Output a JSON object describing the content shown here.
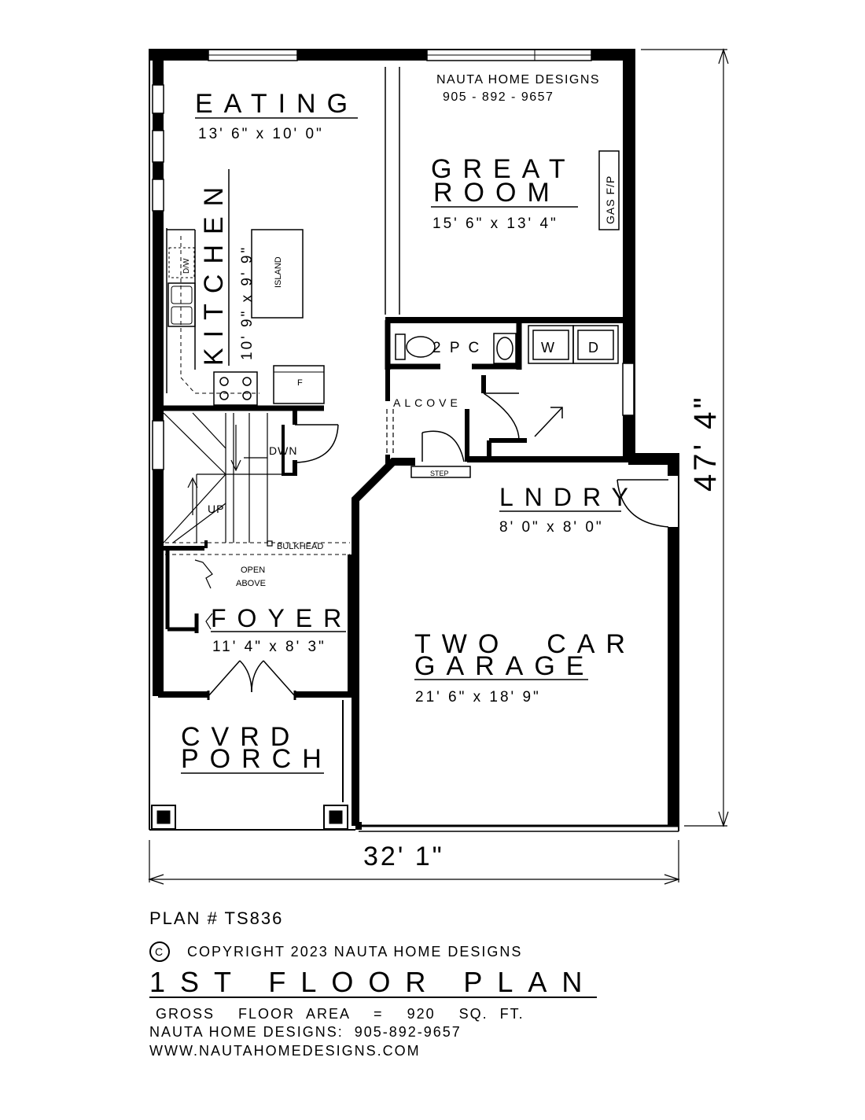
{
  "designer": {
    "name": "NAUTA HOME DESIGNS",
    "phone": "905 - 892 - 9657"
  },
  "rooms": {
    "eating": {
      "label": "EATING",
      "dims": "13' 6\" x 10' 0\""
    },
    "great": {
      "label_1": "GREAT",
      "label_2": "ROOM",
      "dims": "15' 6\" x 13' 4\""
    },
    "kitchen": {
      "label": "KITCHEN",
      "dims": "10' 9\" x 9' 9\""
    },
    "laundry": {
      "label": "LNDRY",
      "dims": "8' 0\" x 8' 0\""
    },
    "foyer": {
      "label": "FOYER",
      "dims": "11' 4\" x 8' 3\""
    },
    "garage": {
      "label_1": "TWO  CAR",
      "label_2": "GARAGE",
      "dims": "21' 6\" x 18' 9\""
    },
    "porch": {
      "label_1": "CVRD",
      "label_2": "PORCH"
    }
  },
  "fixtures": {
    "gas_fireplace": "GAS F/P",
    "island": "ISLAND",
    "dishwasher": "D/W",
    "fridge": "F",
    "powder_room": "2 P C",
    "washer": "W",
    "dryer": "D",
    "alcove": "ALCOVE",
    "step": "STEP",
    "stair_down": "DWN",
    "stair_up": "UP",
    "bulkhead": "BULKHEAD",
    "open_above_1": "OPEN",
    "open_above_2": "ABOVE"
  },
  "dimensions": {
    "width": "32' 1\"",
    "depth": "47' 4\""
  },
  "title_block": {
    "plan_number": "PLAN # TS836",
    "copyright_symbol": "C",
    "copyright": "COPYRIGHT 2023 NAUTA HOME DESIGNS",
    "floor_title": "1ST FLOOR PLAN",
    "gross_area": "GROSS  FLOOR AREA  =  920  SQ. FT.",
    "contact": "NAUTA HOME DESIGNS:  905-892-9657",
    "website": "WWW.NAUTAHOMEDESIGNS.COM"
  }
}
